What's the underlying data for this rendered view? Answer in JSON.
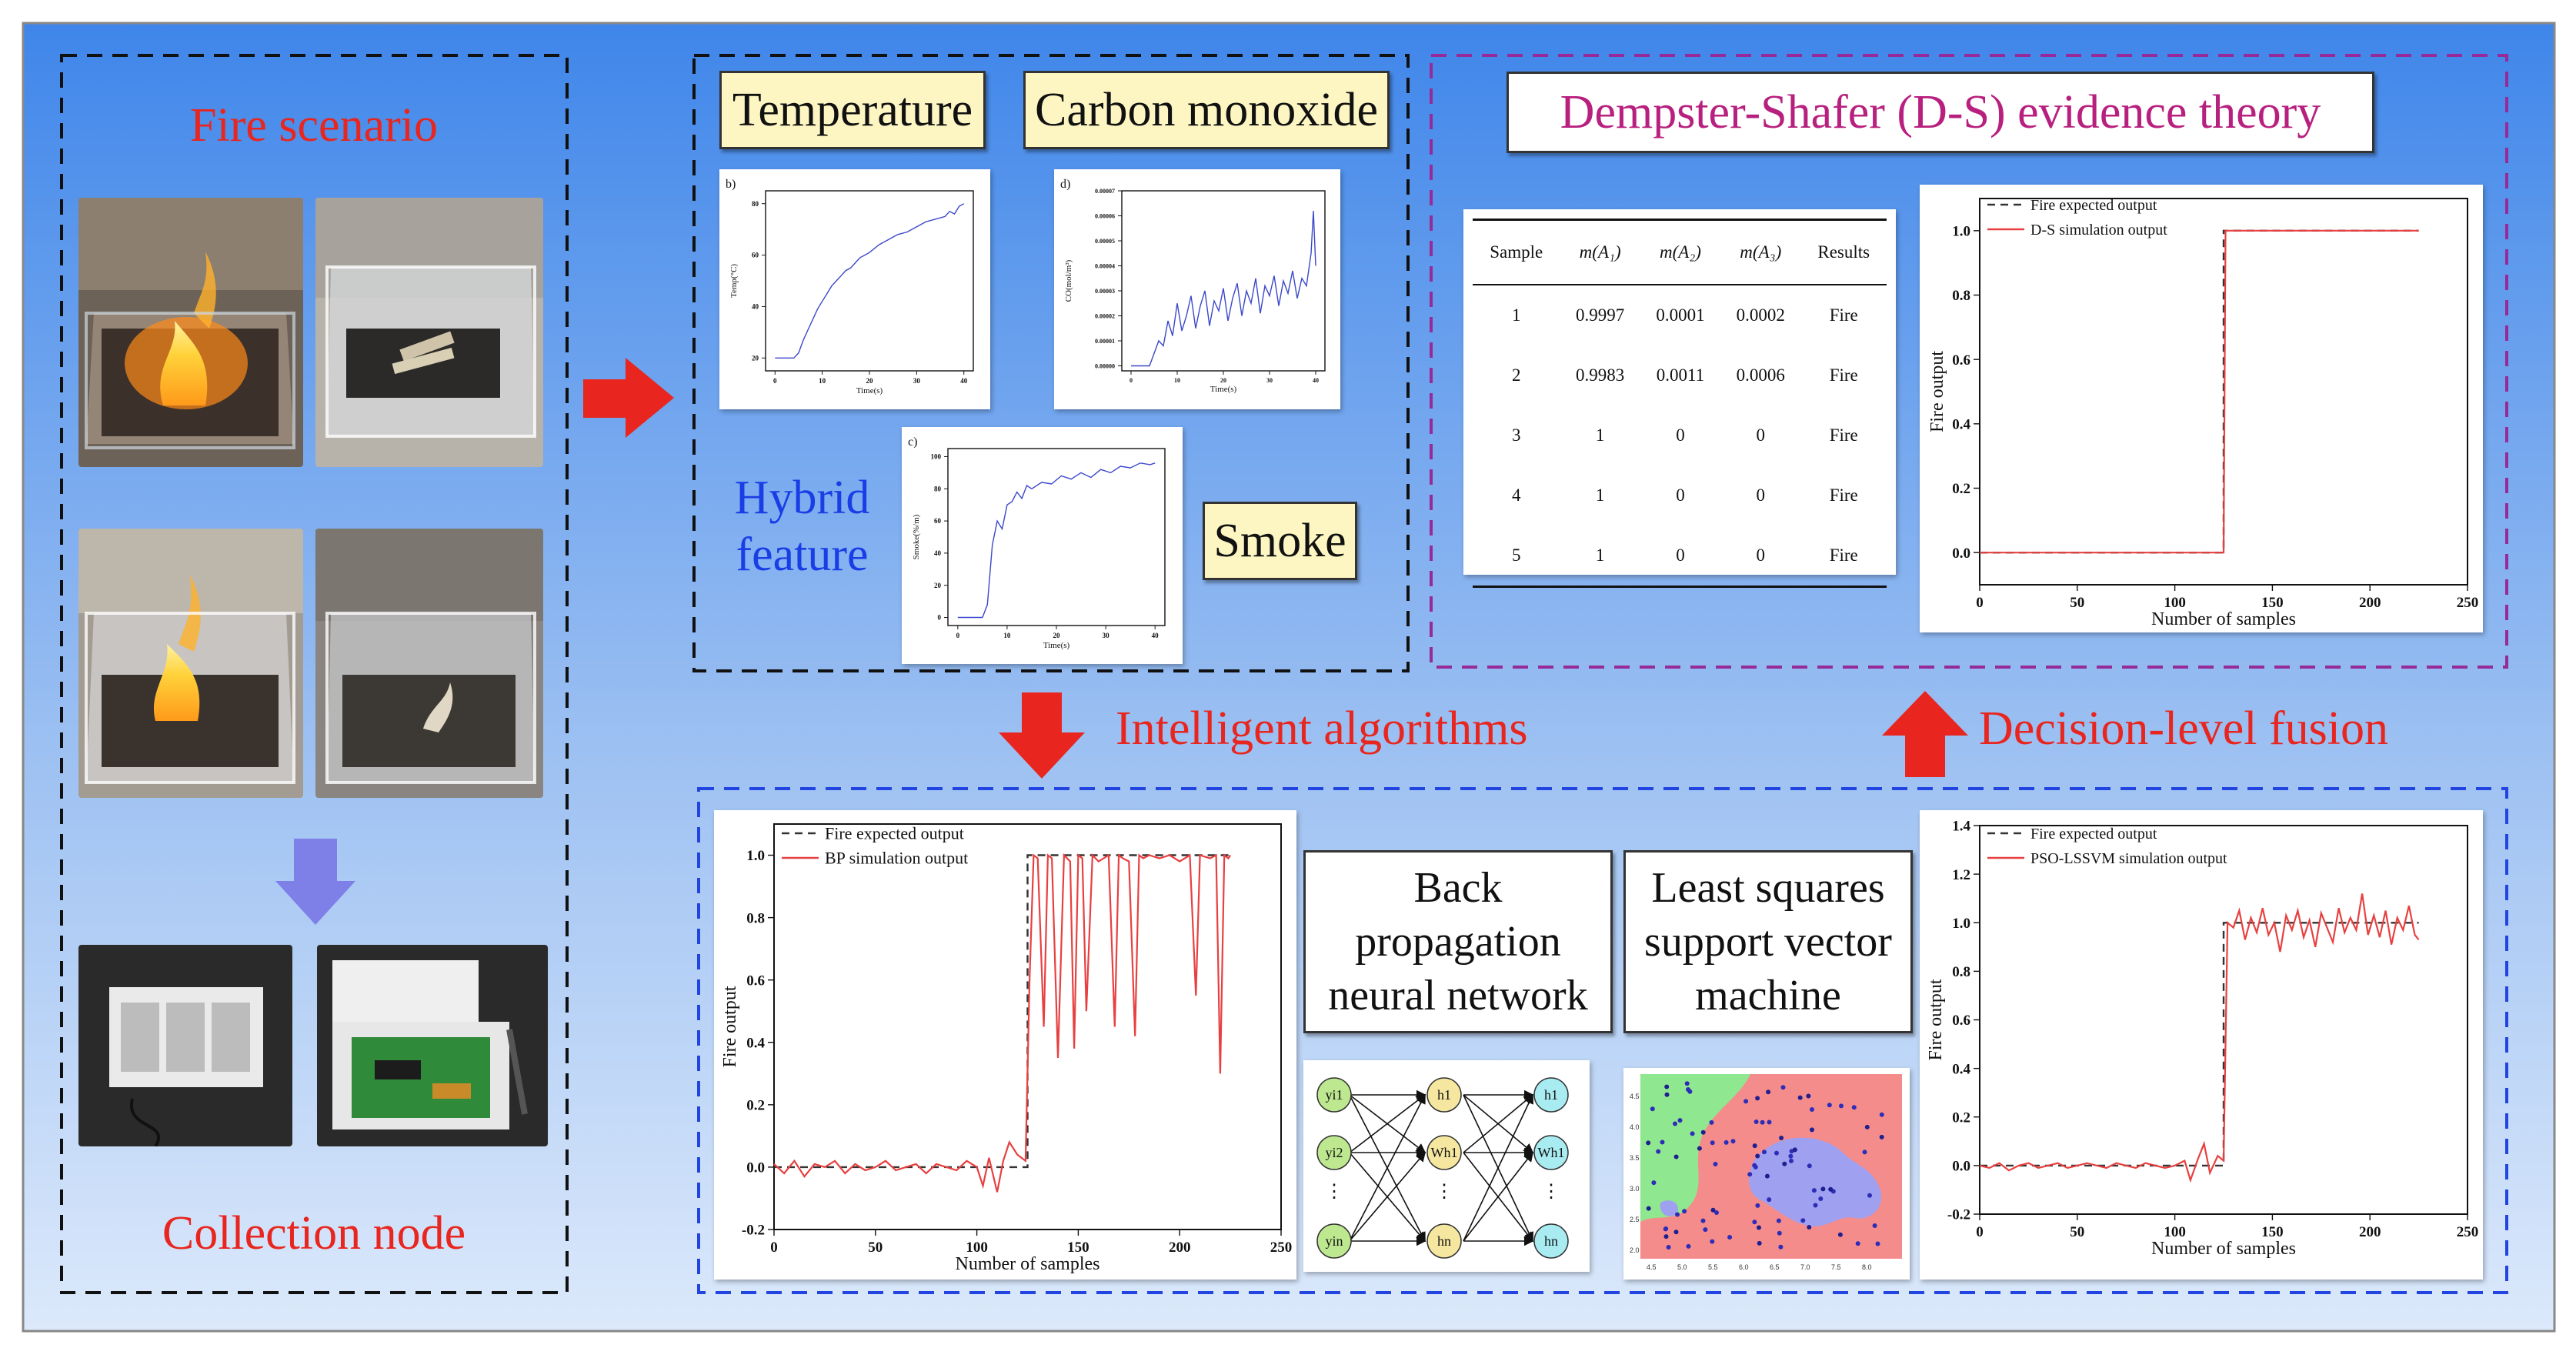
{
  "left": {
    "fire_title": "Fire scenario",
    "node_title": "Collection node"
  },
  "features": {
    "temperature": "Temperature",
    "co": "Carbon monoxide",
    "smoke": "Smoke",
    "hybrid_line1": "Hybrid",
    "hybrid_line2": "feature",
    "temp_chart": {
      "tag": "b)",
      "ylabel": "Temp(°C)",
      "xlabel": "Time(s)",
      "yticks": [
        "20",
        "40",
        "60",
        "80"
      ],
      "xticks": [
        "0",
        "10",
        "20",
        "30",
        "40"
      ]
    },
    "co_chart": {
      "tag": "d)",
      "ylabel": "CO(mol/m³)",
      "xlabel": "Time(s)",
      "yticks": [
        "0.00000",
        "0.00001",
        "0.00002",
        "0.00003",
        "0.00004",
        "0.00005",
        "0.00006",
        "0.00007"
      ],
      "xticks": [
        "0",
        "10",
        "20",
        "30",
        "40"
      ]
    },
    "smoke_chart": {
      "tag": "c)",
      "ylabel": "Smoke(%/m)",
      "xlabel": "Time(s)",
      "yticks": [
        "0",
        "20",
        "40",
        "60",
        "80",
        "100"
      ],
      "xticks": [
        "0",
        "10",
        "20",
        "30",
        "40"
      ]
    }
  },
  "ds": {
    "title": "Dempster-Shafer (D-S) evidence theory",
    "headers": [
      "Sample",
      "m(A₁)",
      "m(A₂)",
      "m(A₃)",
      "Results"
    ],
    "rows": [
      [
        "1",
        "0.9997",
        "0.0001",
        "0.0002",
        "Fire"
      ],
      [
        "2",
        "0.9983",
        "0.0011",
        "0.0006",
        "Fire"
      ],
      [
        "3",
        "1",
        "0",
        "0",
        "Fire"
      ],
      [
        "4",
        "1",
        "0",
        "0",
        "Fire"
      ],
      [
        "5",
        "1",
        "0",
        "0",
        "Fire"
      ]
    ]
  },
  "flow": {
    "intelligent": "Intelligent algorithms",
    "decision": "Decision-level fusion"
  },
  "algorithms": {
    "bp_line1": "Back",
    "bp_line2": "propagation",
    "bp_line3": "neural network",
    "ls_line1": "Least squares",
    "ls_line2": "support vector",
    "ls_line3": "machine",
    "nn_inputs": [
      "yi1",
      "yi2",
      "yin"
    ],
    "nn_hidden": [
      "h1",
      "Wh1",
      "hn"
    ],
    "nn_outputs": [
      "h1",
      "Wh1",
      "hn"
    ]
  },
  "colors": {
    "red_text": "#e8261f",
    "blue_text": "#1a3ee6",
    "purple_text": "#b8207f",
    "background_top": "#3f86ea",
    "background_bottom": "#dce9fb",
    "arrow": "#e8261f",
    "down_arrow": "#7f7fe8"
  },
  "chart_data": [
    {
      "id": "ds",
      "type": "line",
      "xlabel": "Number of samples",
      "ylabel": "Fire output",
      "xlim": [
        0,
        250
      ],
      "ylim": [
        -0.1,
        1.1
      ],
      "xticks": [
        0,
        50,
        100,
        150,
        200,
        250
      ],
      "yticks": [
        0.0,
        0.2,
        0.4,
        0.6,
        0.8,
        1.0
      ],
      "legend": "top-left",
      "series": [
        {
          "name": "Fire expected output",
          "style": "dashed",
          "color": "#333333",
          "x": [
            0,
            125,
            125,
            225
          ],
          "y": [
            0,
            0,
            1,
            1
          ]
        },
        {
          "name": "D-S simulation output",
          "style": "solid",
          "color": "#e84040",
          "x": [
            0,
            125,
            126,
            225
          ],
          "y": [
            0,
            0,
            1,
            1
          ]
        }
      ]
    },
    {
      "id": "bp",
      "type": "line",
      "xlabel": "Number of samples",
      "ylabel": "Fire output",
      "xlim": [
        0,
        250
      ],
      "ylim": [
        -0.2,
        1.1
      ],
      "xticks": [
        0,
        50,
        100,
        150,
        200,
        250
      ],
      "yticks": [
        -0.2,
        0.0,
        0.2,
        0.4,
        0.6,
        0.8,
        1.0
      ],
      "legend": "top-left",
      "series": [
        {
          "name": "Fire expected output",
          "style": "dashed",
          "color": "#333333",
          "x": [
            0,
            125,
            125,
            225
          ],
          "y": [
            0,
            0,
            1,
            1
          ]
        },
        {
          "name": "BP simulation output",
          "style": "solid",
          "color": "#e84040",
          "x": [
            0,
            5,
            10,
            15,
            20,
            25,
            30,
            35,
            40,
            45,
            50,
            55,
            60,
            65,
            70,
            75,
            80,
            85,
            90,
            95,
            100,
            103,
            106,
            110,
            113,
            116,
            120,
            124,
            126,
            128,
            130,
            133,
            135,
            137,
            140,
            143,
            146,
            148,
            150,
            152,
            154,
            157,
            160,
            165,
            168,
            170,
            172,
            175,
            178,
            180,
            182,
            185,
            190,
            195,
            200,
            205,
            208,
            210,
            215,
            218,
            220,
            222,
            224,
            225
          ],
          "y": [
            0.01,
            -0.02,
            0.02,
            -0.03,
            0.01,
            0.0,
            0.02,
            -0.02,
            0.01,
            -0.01,
            0.0,
            0.02,
            -0.01,
            0.0,
            0.01,
            -0.02,
            0.01,
            0.0,
            -0.01,
            0.02,
            0.0,
            -0.06,
            0.03,
            -0.08,
            0.02,
            0.08,
            0.04,
            0.02,
            0.6,
            1.0,
            0.99,
            0.45,
            1.0,
            0.99,
            0.35,
            1.0,
            0.98,
            0.38,
            1.0,
            0.99,
            0.5,
            1.0,
            0.98,
            1.0,
            0.45,
            1.0,
            0.99,
            0.98,
            0.42,
            1.0,
            0.99,
            1.0,
            0.99,
            1.0,
            0.98,
            1.0,
            0.55,
            1.0,
            0.99,
            1.0,
            0.3,
            1.0,
            0.99,
            1.0
          ]
        }
      ]
    },
    {
      "id": "pso",
      "type": "line",
      "xlabel": "Number of samples",
      "ylabel": "Fire output",
      "xlim": [
        0,
        250
      ],
      "ylim": [
        -0.2,
        1.4
      ],
      "xticks": [
        0,
        50,
        100,
        150,
        200,
        250
      ],
      "yticks": [
        -0.2,
        0.0,
        0.2,
        0.4,
        0.6,
        0.8,
        1.0,
        1.2,
        1.4
      ],
      "legend": "top-left",
      "series": [
        {
          "name": "Fire expected output",
          "style": "dashed",
          "color": "#333333",
          "x": [
            0,
            125,
            125,
            225
          ],
          "y": [
            0,
            0,
            1,
            1
          ]
        },
        {
          "name": "PSO-LSSVM simulation output",
          "style": "solid",
          "color": "#e84040",
          "x": [
            0,
            5,
            10,
            15,
            20,
            25,
            30,
            35,
            40,
            45,
            50,
            55,
            60,
            65,
            70,
            75,
            80,
            85,
            90,
            95,
            100,
            105,
            108,
            112,
            115,
            118,
            122,
            125,
            127,
            130,
            133,
            136,
            139,
            142,
            145,
            148,
            151,
            154,
            157,
            160,
            163,
            166,
            169,
            172,
            175,
            178,
            181,
            184,
            187,
            190,
            193,
            196,
            199,
            202,
            205,
            208,
            211,
            214,
            217,
            220,
            223,
            225
          ],
          "y": [
            0.0,
            -0.01,
            0.01,
            -0.02,
            0.0,
            0.01,
            -0.01,
            0.0,
            0.01,
            -0.01,
            0.0,
            0.01,
            0.0,
            -0.01,
            0.01,
            0.0,
            -0.01,
            0.01,
            0.0,
            -0.01,
            0.0,
            0.02,
            -0.06,
            0.03,
            0.09,
            -0.03,
            0.04,
            0.02,
            1.0,
            0.98,
            1.05,
            0.93,
            1.02,
            0.96,
            1.06,
            0.95,
            1.0,
            0.88,
            1.03,
            0.97,
            1.05,
            0.94,
            1.01,
            0.9,
            1.04,
            0.98,
            0.92,
            1.06,
            0.96,
            1.02,
            0.97,
            1.12,
            0.95,
            1.03,
            0.94,
            1.05,
            0.91,
            1.02,
            0.97,
            1.07,
            0.95,
            0.93
          ]
        }
      ]
    },
    {
      "id": "temp",
      "type": "line",
      "xlabel": "Time(s)",
      "ylabel": "Temp(°C)",
      "xlim": [
        -2,
        42
      ],
      "ylim": [
        15,
        85
      ],
      "xticks": [
        0,
        10,
        20,
        30,
        40
      ],
      "yticks": [
        20,
        40,
        60,
        80
      ],
      "series": [
        {
          "name": "",
          "style": "solid",
          "color": "#3b48c9",
          "x": [
            0,
            2,
            4,
            5,
            6,
            7,
            8,
            9,
            10,
            11,
            12,
            13,
            14,
            15,
            16,
            17,
            18,
            19,
            20,
            22,
            24,
            26,
            28,
            30,
            32,
            34,
            36,
            37,
            38,
            39,
            40
          ],
          "y": [
            20,
            20,
            20,
            22,
            27,
            31,
            35,
            39,
            42,
            45,
            48,
            50,
            52,
            54,
            55,
            57,
            59,
            60,
            61,
            64,
            66,
            68,
            69,
            71,
            73,
            74,
            75,
            77,
            76,
            79,
            80
          ]
        }
      ]
    },
    {
      "id": "co",
      "type": "line",
      "xlabel": "Time(s)",
      "ylabel": "CO(mol/m³)",
      "xlim": [
        -2,
        42
      ],
      "ylim": [
        -2e-06,
        7e-05
      ],
      "xticks": [
        0,
        10,
        20,
        30,
        40
      ],
      "yticks": [
        0.0,
        1e-05,
        2e-05,
        3e-05,
        4e-05,
        5e-05,
        6e-05,
        7e-05
      ],
      "series": [
        {
          "name": "",
          "style": "solid",
          "color": "#3b48c9",
          "x": [
            0,
            2,
            4,
            5,
            6,
            7,
            8,
            9,
            10,
            11,
            12,
            13,
            14,
            15,
            16,
            17,
            18,
            19,
            20,
            21,
            22,
            23,
            24,
            25,
            26,
            27,
            28,
            29,
            30,
            31,
            32,
            33,
            34,
            35,
            36,
            37,
            38,
            39,
            39.5,
            40
          ],
          "y": [
            0.0,
            0.0,
            0.0,
            5e-06,
            1e-05,
            8e-06,
            1.8e-05,
            1.2e-05,
            2.5e-05,
            1.4e-05,
            2e-05,
            2.8e-05,
            1.5e-05,
            2.4e-05,
            3e-05,
            1.6e-05,
            2.6e-05,
            2.2e-05,
            3.1e-05,
            1.8e-05,
            2.7e-05,
            3.3e-05,
            2e-05,
            3e-05,
            2.5e-05,
            3.5e-05,
            2.1e-05,
            3.2e-05,
            2.8e-05,
            3.6e-05,
            2.4e-05,
            3.4e-05,
            2.9e-05,
            3.8e-05,
            2.7e-05,
            3.5e-05,
            3.2e-05,
            4.5e-05,
            6.2e-05,
            4e-05
          ]
        }
      ]
    },
    {
      "id": "smoke",
      "type": "line",
      "xlabel": "Time(s)",
      "ylabel": "Smoke(%/m)",
      "xlim": [
        -2,
        42
      ],
      "ylim": [
        -5,
        105
      ],
      "xticks": [
        0,
        10,
        20,
        30,
        40
      ],
      "yticks": [
        0,
        20,
        40,
        60,
        80,
        100
      ],
      "series": [
        {
          "name": "",
          "style": "solid",
          "color": "#3b48c9",
          "x": [
            0,
            3,
            5,
            6,
            7,
            8,
            9,
            10,
            11,
            12,
            13,
            14,
            15,
            17,
            19,
            21,
            23,
            25,
            27,
            29,
            31,
            33,
            35,
            37,
            39,
            40
          ],
          "y": [
            0,
            0,
            0,
            8,
            45,
            60,
            55,
            70,
            72,
            78,
            74,
            82,
            80,
            84,
            83,
            88,
            86,
            90,
            87,
            92,
            90,
            94,
            93,
            96,
            95,
            96
          ]
        }
      ]
    }
  ]
}
